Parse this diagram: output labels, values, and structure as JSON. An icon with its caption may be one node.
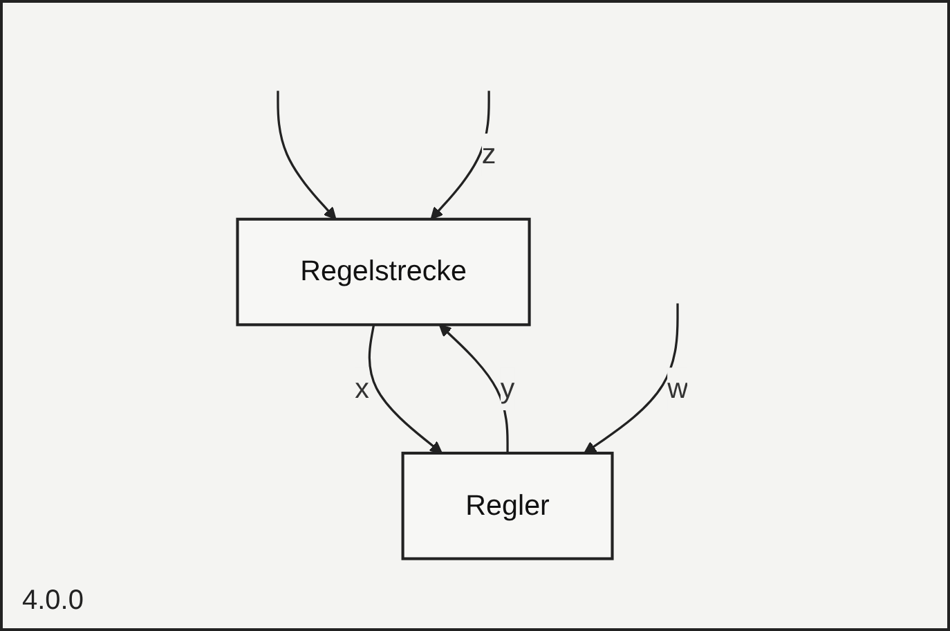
{
  "diagram": {
    "nodes": [
      {
        "text": [
          "Regelstrecke"
        ]
      },
      {
        "text": [
          "Regler"
        ]
      }
    ],
    "edges": [
      {
        "from": null,
        "to": 0,
        "arrow": "to"
      },
      {
        "from": 1,
        "to": 0,
        "arrow": "to",
        "label": "y"
      },
      {
        "from": null,
        "to": 0,
        "arrow": "to",
        "label": "z"
      },
      {
        "from": 0,
        "to": 1,
        "arrow": "to",
        "label": "x"
      },
      {
        "from": null,
        "to": 1,
        "arrow": "to",
        "label": "w"
      }
    ],
    "labels": [
      "4.0.0"
    ]
  }
}
